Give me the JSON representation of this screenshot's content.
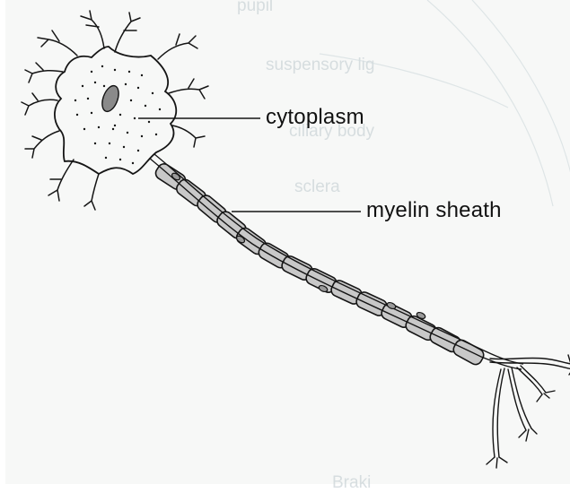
{
  "labels": {
    "cytoplasm": "cytoplasm",
    "myelin_sheath": "myelin sheath"
  },
  "bleed_through_text": {
    "pupil": "pupil",
    "suspensory": "suspensory lig",
    "ciliary": "ciliary body",
    "sclera": "sclera",
    "bottom": "Braki"
  },
  "colors": {
    "ink": "#151515",
    "sheath_fill": "#c8c8c8",
    "page": "#f7f8f7"
  }
}
